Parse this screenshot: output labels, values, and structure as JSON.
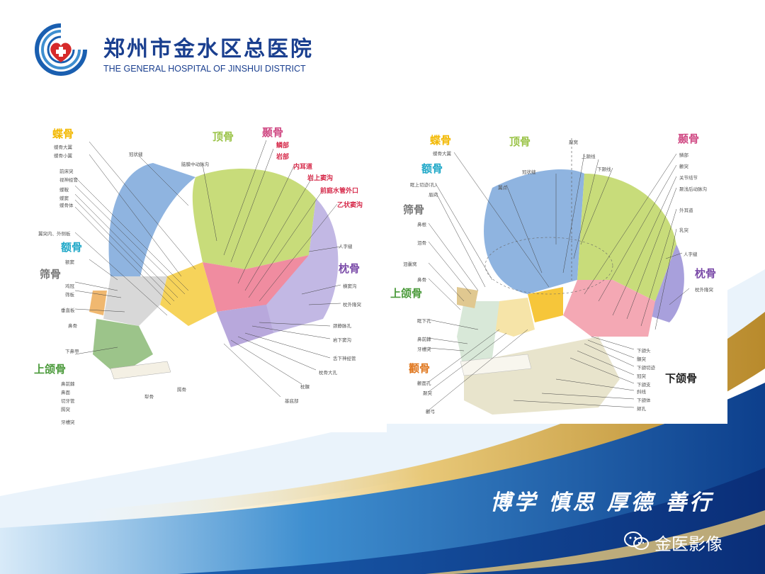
{
  "header": {
    "hospital_cn": "郑州市金水区总医院",
    "hospital_en": "THE GENERAL HOSPITAL OF JINSHUI DISTRICT"
  },
  "left_diagram": {
    "big_labels": {
      "sphenoid": "蝶骨",
      "parietal": "顶骨",
      "temporal": "颞骨",
      "frontal": "额骨",
      "ethmoid": "筛骨",
      "occipital": "枕骨",
      "maxilla": "上颌骨"
    },
    "red_labels": [
      "鳞部",
      "岩部",
      "内耳道",
      "岩上窦沟",
      "前庭水管外口",
      "乙状窦沟"
    ],
    "small_labels": [
      "蝶骨大翼",
      "蝶骨小翼",
      "冠状缝",
      "脑膜中动脉沟",
      "前床突",
      "视神经管",
      "蝶鞍",
      "蝶窦",
      "蝶骨体",
      "翼突内、外侧板",
      "额窦",
      "鸡冠",
      "筛板",
      "垂直板",
      "鼻骨",
      "下鼻甲",
      "鼻前棘",
      "鼻面",
      "切牙管",
      "腭突",
      "牙槽突",
      "犁骨",
      "腭骨",
      "人字缝",
      "横窦沟",
      "枕外隆突",
      "颈静脉孔",
      "岩下窦沟",
      "舌下神经管",
      "枕骨大孔",
      "枕髁",
      "基底部"
    ]
  },
  "right_diagram": {
    "big_labels": {
      "sphenoid": "蝶骨",
      "parietal": "顶骨",
      "temporal": "颞骨",
      "frontal": "额骨",
      "ethmoid": "筛骨",
      "occipital": "枕骨",
      "maxilla": "上颌骨",
      "zygomatic": "颧骨",
      "mandible": "下颌骨"
    },
    "small_labels": [
      "蝶骨大翼",
      "颞窝",
      "上颞线",
      "下颞线",
      "冠状缝",
      "翼点",
      "眶上切迹(孔)",
      "眉间",
      "鳞部",
      "颧突",
      "关节结节",
      "颞浅后动脉沟",
      "外耳道",
      "乳突",
      "人字缝",
      "枕外隆突",
      "鼻根",
      "泪骨",
      "泪囊窝",
      "鼻骨",
      "眶下孔",
      "鼻前棘",
      "牙槽突",
      "颧面孔",
      "颞突",
      "颧弓",
      "下颌头",
      "髁突",
      "下颌切迹",
      "冠突",
      "下颌支",
      "斜线",
      "下颌体",
      "颏孔"
    ]
  },
  "footer": {
    "motto": "博学 慎思 厚德 善行",
    "wechat_label": "金医影像"
  },
  "colors": {
    "brand_blue": "#1a3f8f",
    "gold": "#c9a34a",
    "sphenoid": "#f2b800",
    "parietal": "#9cc44a",
    "temporal": "#d04a84",
    "frontal": "#1fa8c8",
    "ethmoid": "#777777",
    "occipital": "#7a4aa8",
    "maxilla": "#4a9a3a",
    "zygomatic": "#e07820"
  }
}
